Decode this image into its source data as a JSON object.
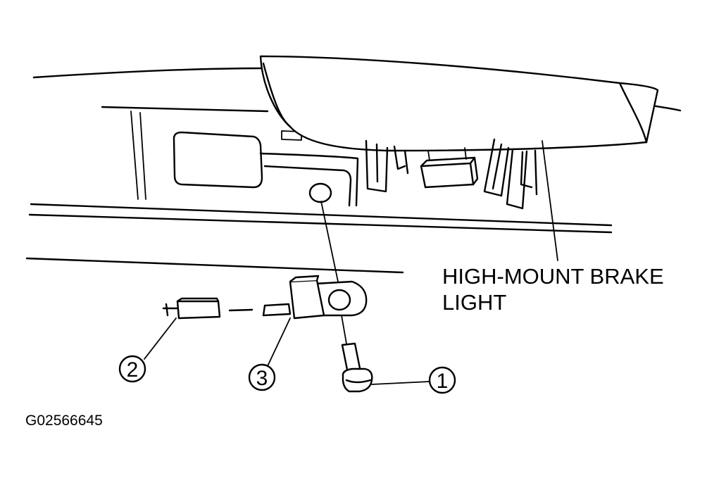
{
  "component_label": {
    "line1": "HIGH-MOUNT BRAKE",
    "line2": "LIGHT"
  },
  "callouts": [
    {
      "id": "callout-1",
      "number": "1"
    },
    {
      "id": "callout-2",
      "number": "2"
    },
    {
      "id": "callout-3",
      "number": "3"
    }
  ],
  "figure_id": "G02566645"
}
